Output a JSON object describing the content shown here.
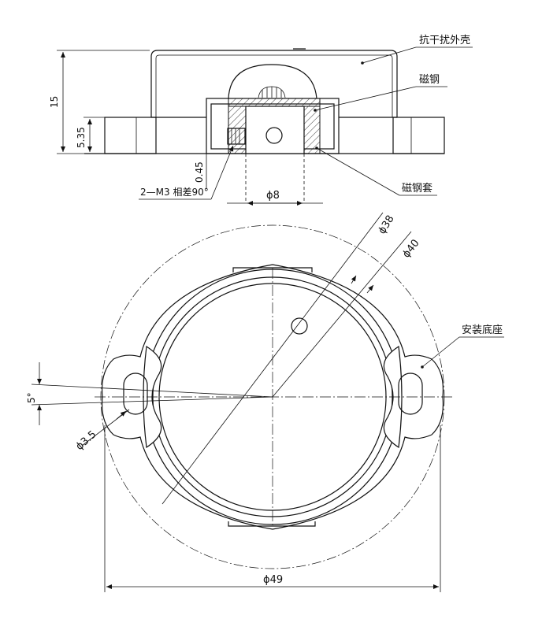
{
  "labels": {
    "shell": "抗干扰外壳",
    "magnet": "磁钢",
    "magnet_sleeve": "磁钢套",
    "mount_base": "安装底座"
  },
  "dimensions": {
    "height_total": "15",
    "height_base": "5.35",
    "gap": "0.45",
    "screws": "2—M3 相差90°",
    "magnet_dia": "ϕ8",
    "dia_38": "ϕ38",
    "dia_40": "ϕ40",
    "hole_dia": "ϕ3.5",
    "angle": "5°",
    "outer_dia": "ϕ49"
  }
}
